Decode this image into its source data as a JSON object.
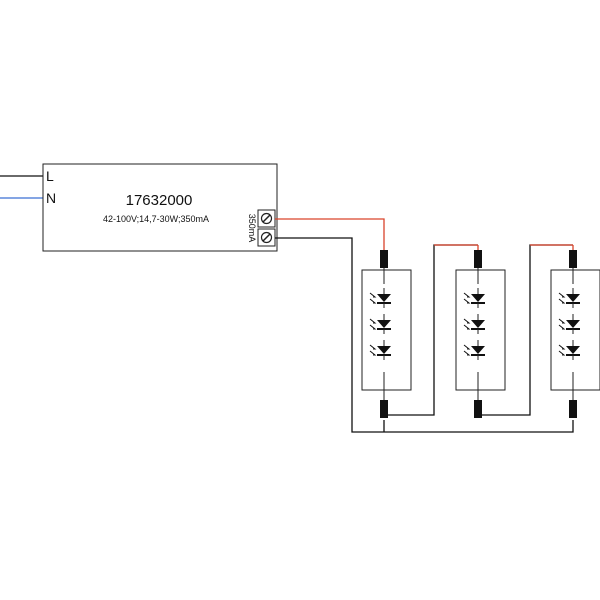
{
  "driver": {
    "part_number": "17632000",
    "spec": "42-100V;14,7-30W;350mA",
    "output_label": "350mA",
    "input_labels": {
      "live": "L",
      "neutral": "N"
    }
  },
  "colors": {
    "wire_positive": "#d9432b",
    "wire_negative": "#111111",
    "wire_neutral": "#3b6fd4",
    "outline": "#222222"
  },
  "modules": [
    {
      "led_count": 3
    },
    {
      "led_count": 3
    },
    {
      "led_count": 3
    }
  ]
}
